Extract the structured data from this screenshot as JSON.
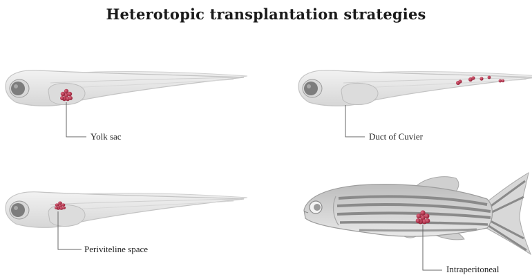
{
  "title": "Heterotopic transplantation strategies",
  "panels": [
    {
      "label": "Yolk sac"
    },
    {
      "label": "Duct of Cuvier"
    },
    {
      "label": "Periviteline space"
    },
    {
      "label": "Intraperitoneal"
    }
  ],
  "colors": {
    "larva_body": "#e6e6e6",
    "larva_outline": "#c9c9c9",
    "eye": "#7a7a7a",
    "cells": "#b3263e",
    "adult_body": "#d4d4d4",
    "stripes": "#8a8a8a",
    "leader_line": "#666666"
  }
}
